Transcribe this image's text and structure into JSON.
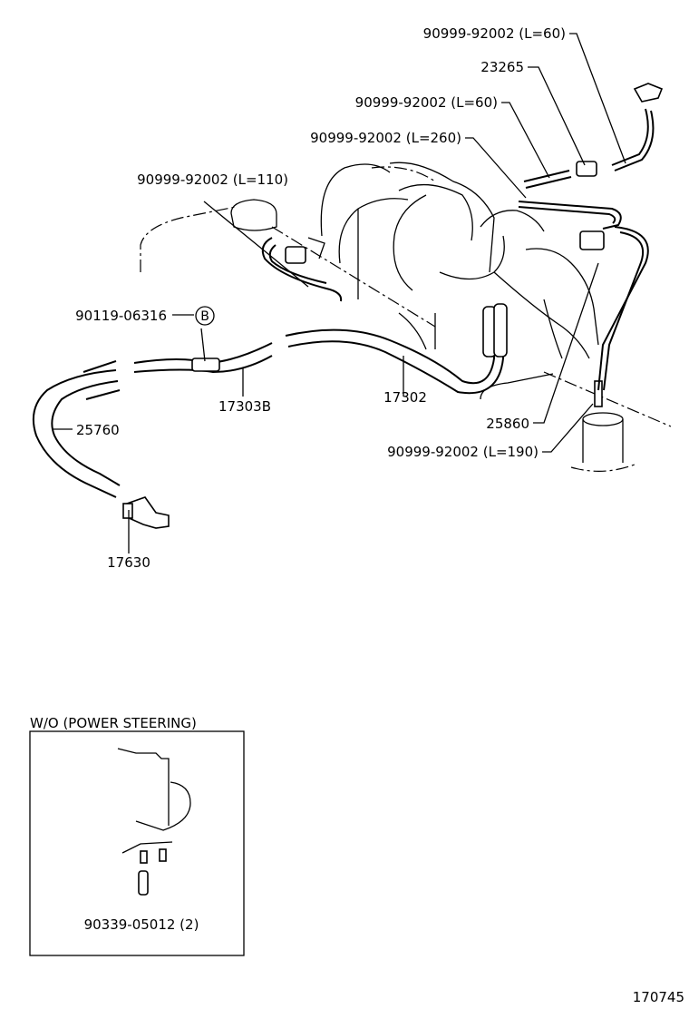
{
  "callouts": {
    "p1": "90999-92002 (L=60)",
    "p2": "23265",
    "p3": "90999-92002 (L=60)",
    "p4": "90999-92002 (L=260)",
    "p5": "90999-92002 (L=110)",
    "p6": "90119-06316",
    "p6_marker": "B",
    "p7": "17303B",
    "p8": "17302",
    "p9": "25760",
    "p10": "25860",
    "p11": "90999-92002 (L=190)",
    "p12": "17630"
  },
  "inset": {
    "title": "W/O (POWER STEERING)",
    "part": "90339-05012 (2)"
  },
  "figure_number": "170745"
}
